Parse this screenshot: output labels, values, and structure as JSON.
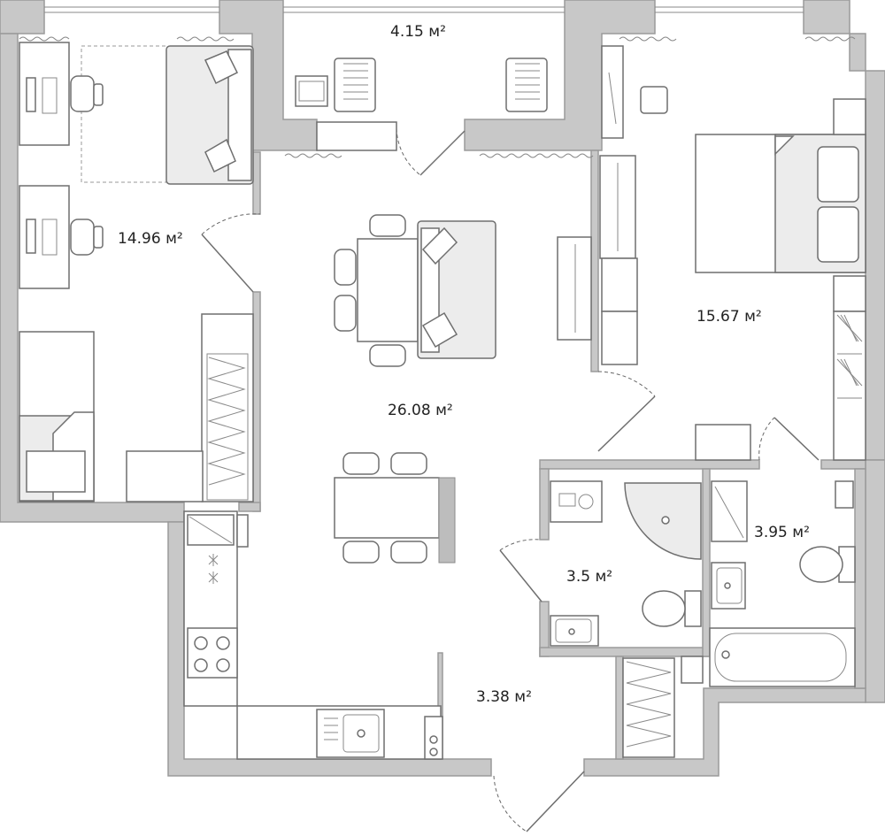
{
  "rooms": [
    {
      "id": "balcony",
      "area": "4.15 м²"
    },
    {
      "id": "bedroom-left",
      "area": "14.96 м²"
    },
    {
      "id": "living-kitchen",
      "area": "26.08 м²"
    },
    {
      "id": "bedroom-right",
      "area": "15.67 м²"
    },
    {
      "id": "bathroom-small",
      "area": "3.5 м²"
    },
    {
      "id": "bathroom-large",
      "area": "3.95 м²"
    },
    {
      "id": "hallway",
      "area": "3.38 м²"
    }
  ],
  "colors": {
    "wall": "#c8c8c8",
    "line": "#6f6f6f",
    "soft": "#ececec",
    "accent": "#bdbdbd"
  },
  "icons": [
    "desk-icon",
    "chair-icon",
    "sofa-icon",
    "bed-icon",
    "table-icon",
    "wardrobe-icon",
    "stove-icon",
    "sink-icon",
    "toilet-icon",
    "bathtub-icon",
    "shower-icon",
    "washing-machine-icon",
    "deck-chair-icon"
  ]
}
